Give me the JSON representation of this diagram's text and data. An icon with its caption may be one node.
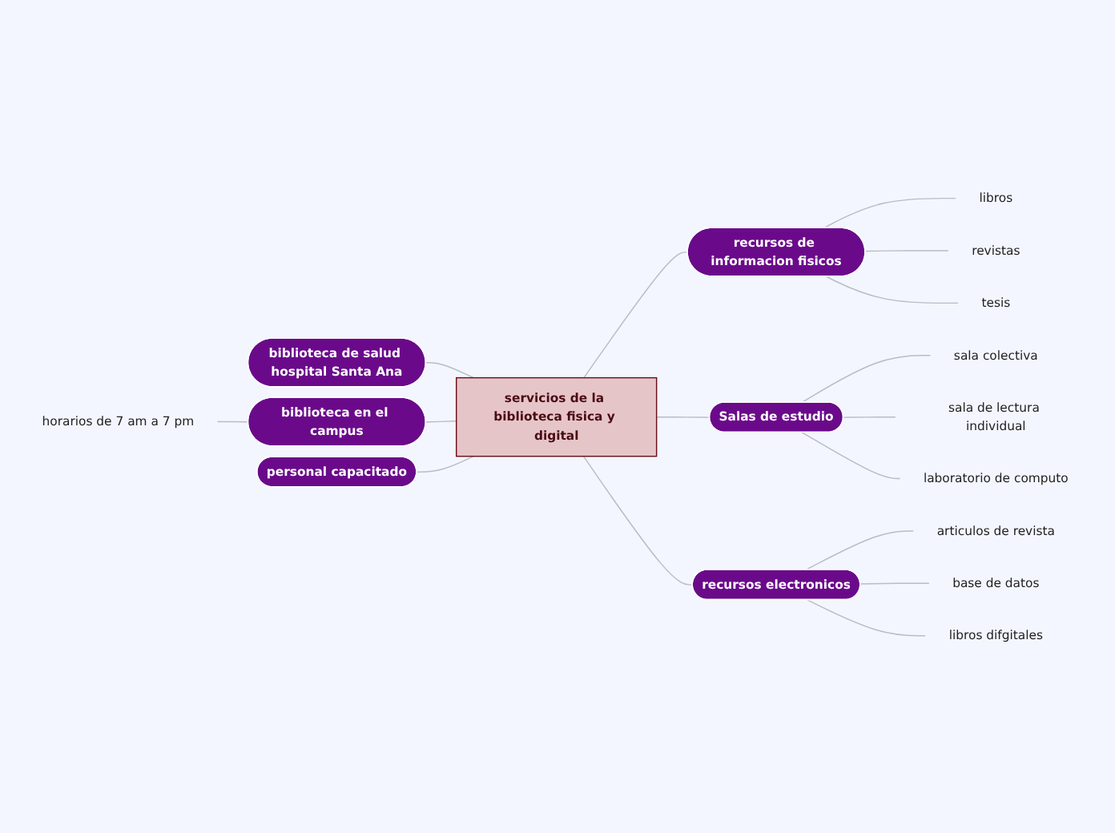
{
  "diagram": {
    "nodes": [
      {
        "text": [
          "servicios de la biblioteca fisica y digital"
        ]
      },
      {
        "text": [
          "biblioteca de salud hospital Santa Ana"
        ]
      },
      {
        "text": [
          "biblioteca en el campus"
        ]
      },
      {
        "text": [
          "horarios de 7 am a 7 pm"
        ]
      },
      {
        "text": [
          "personal capacitado"
        ]
      },
      {
        "text": [
          "recursos de informacion fisicos"
        ]
      },
      {
        "text": [
          "libros"
        ]
      },
      {
        "text": [
          "revistas"
        ]
      },
      {
        "text": [
          "tesis"
        ]
      },
      {
        "text": [
          "Salas de estudio"
        ]
      },
      {
        "text": [
          "sala colectiva"
        ]
      },
      {
        "text": [
          "sala de lectura individual"
        ]
      },
      {
        "text": [
          "laboratorio de computo"
        ]
      },
      {
        "text": [
          "recursos electronicos"
        ]
      },
      {
        "text": [
          "articulos de revista"
        ]
      },
      {
        "text": [
          "base de datos"
        ]
      },
      {
        "text": [
          "libros difgitales"
        ]
      }
    ],
    "edges": [
      {
        "from": 0,
        "to": 1,
        "arrow": "none"
      },
      {
        "from": 0,
        "to": 2,
        "arrow": "none"
      },
      {
        "from": 2,
        "to": 3,
        "arrow": "none"
      },
      {
        "from": 0,
        "to": 4,
        "arrow": "none"
      },
      {
        "from": 0,
        "to": 5,
        "arrow": "none"
      },
      {
        "from": 5,
        "to": 6,
        "arrow": "none"
      },
      {
        "from": 5,
        "to": 7,
        "arrow": "none"
      },
      {
        "from": 5,
        "to": 8,
        "arrow": "none"
      },
      {
        "from": 0,
        "to": 9,
        "arrow": "none"
      },
      {
        "from": 9,
        "to": 10,
        "arrow": "none"
      },
      {
        "from": 9,
        "to": 11,
        "arrow": "none"
      },
      {
        "from": 9,
        "to": 12,
        "arrow": "none"
      },
      {
        "from": 0,
        "to": 13,
        "arrow": "none"
      },
      {
        "from": 13,
        "to": 14,
        "arrow": "none"
      },
      {
        "from": 13,
        "to": 15,
        "arrow": "none"
      },
      {
        "from": 13,
        "to": 16,
        "arrow": "none"
      }
    ]
  }
}
